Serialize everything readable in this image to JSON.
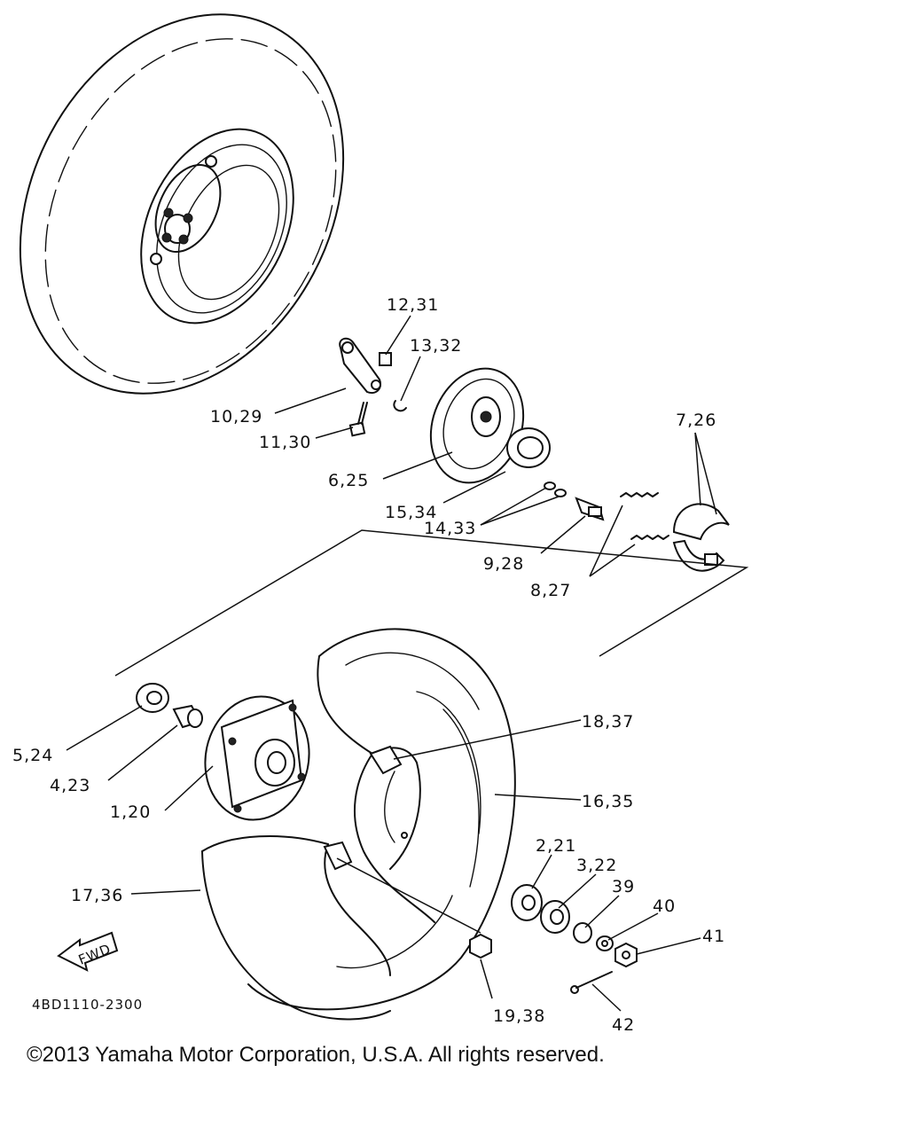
{
  "diagram_id": "4BD1110-2300",
  "fwd_label": "FWD",
  "copyright": "©2013 Yamaha Motor Corporation, U.S.A. All rights reserved.",
  "callouts": {
    "c12_31": "12,31",
    "c13_32": "13,32",
    "c10_29": "10,29",
    "c11_30": "11,30",
    "c6_25": "6,25",
    "c7_26": "7,26",
    "c15_34": "15,34",
    "c14_33": "14,33",
    "c9_28": "9,28",
    "c8_27": "8,27",
    "c5_24": "5,24",
    "c4_23": "4,23",
    "c1_20": "1,20",
    "c18_37": "18,37",
    "c16_35": "16,35",
    "c17_36": "17,36",
    "c2_21": "2,21",
    "c3_22": "3,22",
    "c39": "39",
    "c40": "40",
    "c41": "41",
    "c42": "42",
    "c19_38": "19,38"
  }
}
